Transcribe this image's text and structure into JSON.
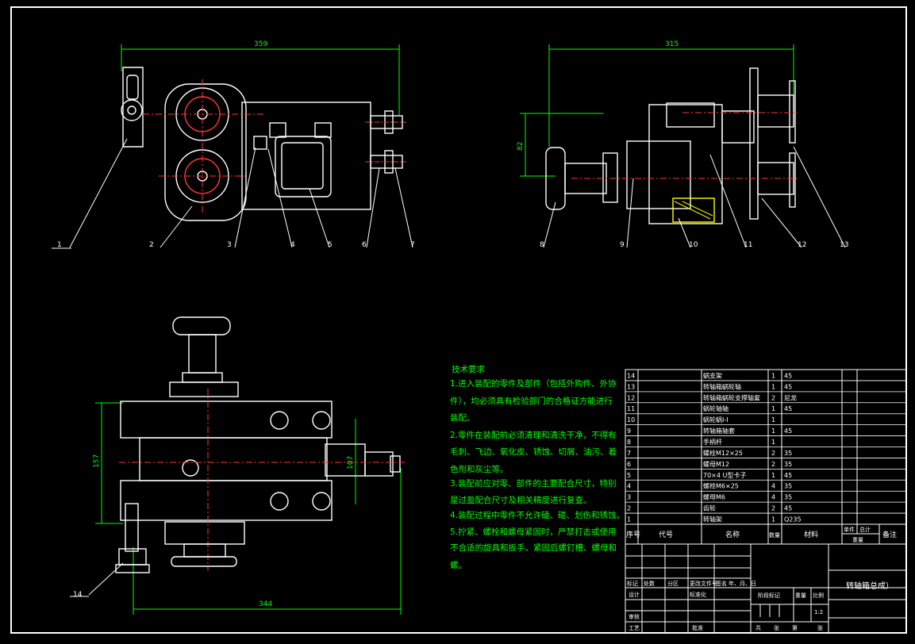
{
  "dimensions": {
    "top_left_width": "359",
    "top_right_width": "315",
    "top_right_height": "82",
    "bottom_height": "157",
    "bottom_width": "344",
    "bottom_right_width": "107"
  },
  "balloons": [
    "1",
    "2",
    "3",
    "4",
    "5",
    "6",
    "7",
    "8",
    "9",
    "10",
    "11",
    "12",
    "13",
    "14"
  ],
  "tech_requirements": {
    "title": "技术要求",
    "lines": [
      "1.进入装配的零件及部件（包括外购件、外协",
      "件），均必须具有检验部门的合格证方能进行",
      "装配。",
      "2.零件在装配前必须清理和清洗干净，不得有",
      "毛刺、飞边、氧化皮、锈蚀、切屑、油污、着",
      "色剂和灰尘等。",
      "3.装配前应对零、部件的主要配合尺寸，特别",
      "是过盈配合尺寸及相关精度进行复查。",
      "4.装配过程中零件不允许磕、碰、划伤和锈蚀。",
      "5.拧紧、螺栓和螺母紧固时，严禁打击或使用",
      "不合适的旋具和扳手。紧固后螺钉槽、螺母和",
      "螺。"
    ]
  },
  "bom": {
    "rows": [
      {
        "no": "14",
        "name": "蜗支架",
        "qty": "1",
        "mat": "45"
      },
      {
        "no": "13",
        "name": "转轴箱蜗轮轴",
        "qty": "1",
        "mat": "45"
      },
      {
        "no": "12",
        "name": "转轴箱蜗轮支撑轴套",
        "qty": "2",
        "mat": "尼龙"
      },
      {
        "no": "11",
        "name": "蜗轮轴轴",
        "qty": "1",
        "mat": "45"
      },
      {
        "no": "10",
        "name": "蜗轮蜗I-I",
        "qty": "1",
        "mat": ""
      },
      {
        "no": "9",
        "name": "转轴箱轴套",
        "qty": "1",
        "mat": "45"
      },
      {
        "no": "8",
        "name": "手柄杆",
        "qty": "1",
        "mat": ""
      },
      {
        "no": "7",
        "name": "螺栓M12×25",
        "qty": "2",
        "mat": "35"
      },
      {
        "no": "6",
        "name": "螺母M12",
        "qty": "2",
        "mat": "35"
      },
      {
        "no": "5",
        "name": "70×4 U型卡子",
        "qty": "1",
        "mat": "45"
      },
      {
        "no": "4",
        "name": "螺栓M6×25",
        "qty": "4",
        "mat": "35"
      },
      {
        "no": "3",
        "name": "螺母M6",
        "qty": "4",
        "mat": "35"
      },
      {
        "no": "2",
        "name": "齿轮",
        "qty": "2",
        "mat": "45"
      },
      {
        "no": "1",
        "name": "转轴架",
        "qty": "1",
        "mat": "Q235"
      }
    ],
    "header": {
      "no": "序号",
      "code": "代号",
      "name": "名称",
      "qty": "数量",
      "mat": "材料",
      "single": "单件",
      "total": "总计",
      "weight": "重量",
      "remark": "备注"
    }
  },
  "title_block": {
    "drawing_name": "转轴箱总成）",
    "scale": "1:2",
    "labels_row1": [
      "标记",
      "处数",
      "分区",
      "更改文件号",
      "签名",
      "年、月、日"
    ],
    "labels_left": [
      "设计",
      "审核",
      "工艺"
    ],
    "labels_mid": [
      "标准化",
      "批准"
    ],
    "stage_label": "阶段标记",
    "weight_label": "重量",
    "scale_label": "比例",
    "sheet_labels": [
      "共",
      "张",
      "第",
      "张"
    ]
  }
}
